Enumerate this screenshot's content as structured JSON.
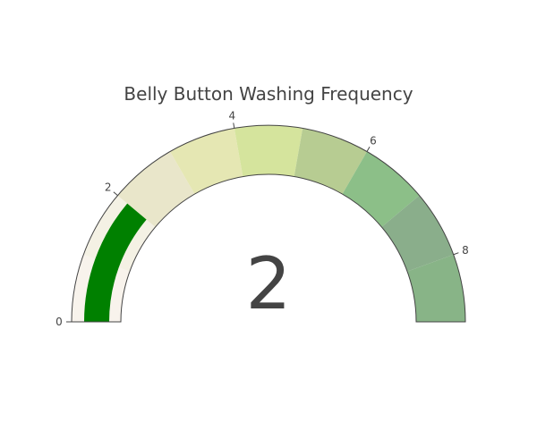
{
  "chart_data": {
    "type": "gauge",
    "title": "Belly Button Washing Frequency",
    "value": 2,
    "value_label": "2",
    "range": [
      0,
      9
    ],
    "ticks": [
      {
        "value": 0,
        "label": "0"
      },
      {
        "value": 2,
        "label": "2"
      },
      {
        "value": 4,
        "label": "4"
      },
      {
        "value": 6,
        "label": "6"
      },
      {
        "value": 8,
        "label": "8"
      }
    ],
    "steps": [
      {
        "range": [
          0,
          1
        ],
        "color": "#f8f3ec"
      },
      {
        "range": [
          1,
          2
        ],
        "color": "#f4f1e4"
      },
      {
        "range": [
          2,
          3
        ],
        "color": "#e9e6ca"
      },
      {
        "range": [
          3,
          4
        ],
        "color": "#e5e7b3"
      },
      {
        "range": [
          4,
          5
        ],
        "color": "#d5e49d"
      },
      {
        "range": [
          5,
          6
        ],
        "color": "#b7cc92"
      },
      {
        "range": [
          6,
          7
        ],
        "color": "#8cbf88"
      },
      {
        "range": [
          7,
          8
        ],
        "color": "#8aae8b"
      },
      {
        "range": [
          8,
          9
        ],
        "color": "#88b487"
      }
    ],
    "bar_color": "#008000",
    "gauge_bg": "#f8f4ec",
    "border_color": "#444444"
  }
}
